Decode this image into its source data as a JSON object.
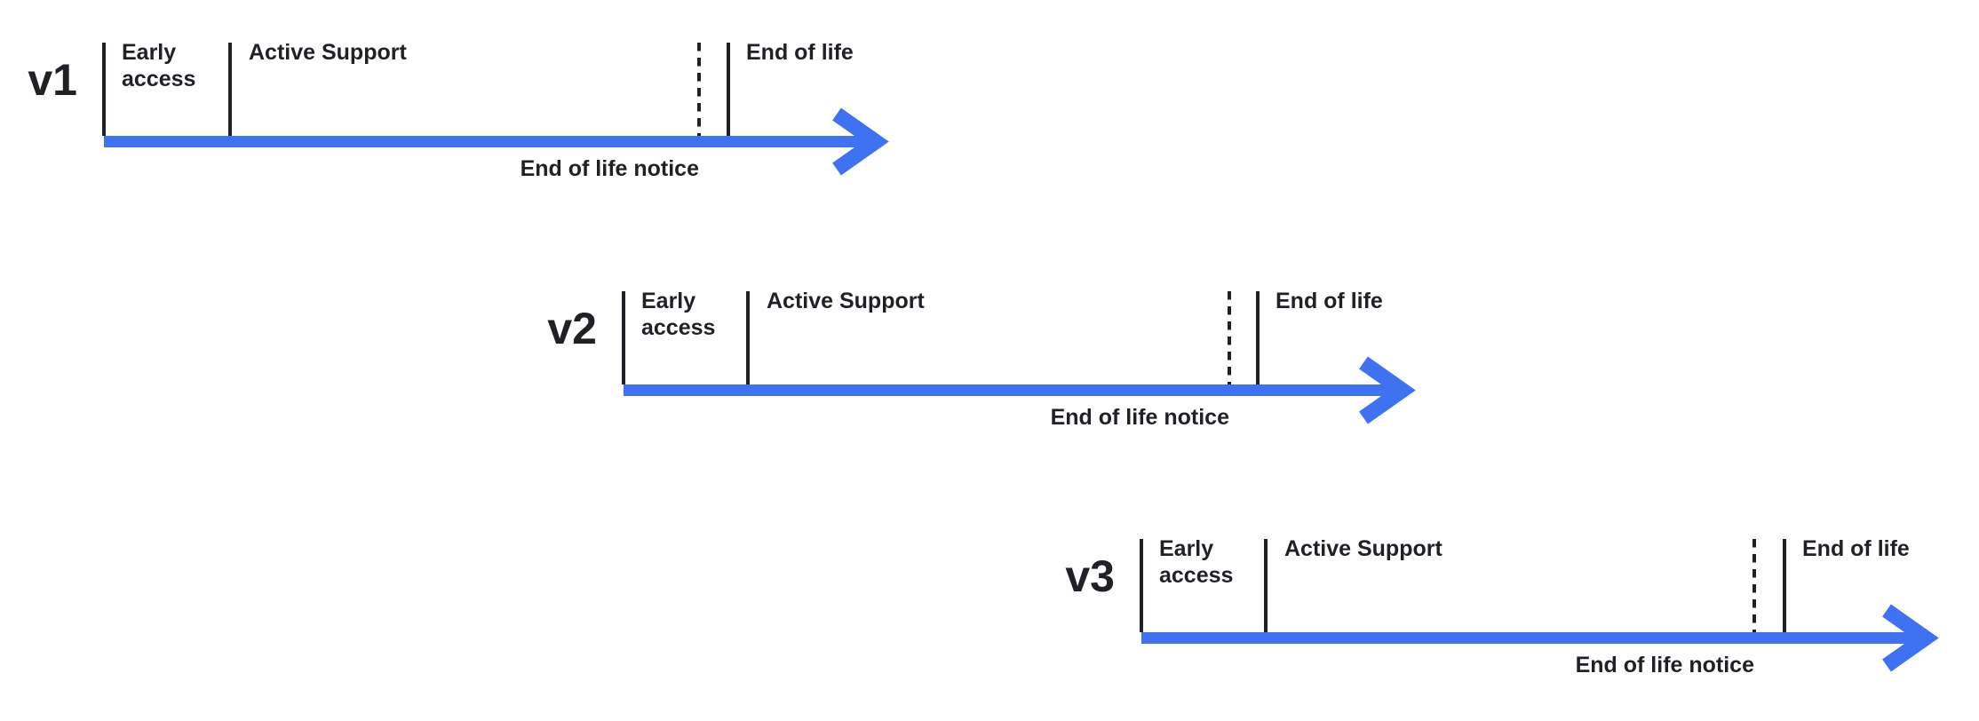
{
  "diagram": {
    "description": "Version release lifecycle timelines",
    "colors": {
      "arrow_blue": "#3e72f0",
      "ink": "#1f2126",
      "background": "#ffffff"
    },
    "timelines": [
      {
        "version": "v1",
        "early_access": "Early access",
        "active_support": "Active Support",
        "end_of_life": "End of life",
        "end_of_life_notice": "End of life notice"
      },
      {
        "version": "v2",
        "early_access": "Early access",
        "active_support": "Active Support",
        "end_of_life": "End of life",
        "end_of_life_notice": "End of life notice"
      },
      {
        "version": "v3",
        "early_access": "Early access",
        "active_support": "Active Support",
        "end_of_life": "End of life",
        "end_of_life_notice": "End of life notice"
      }
    ]
  }
}
